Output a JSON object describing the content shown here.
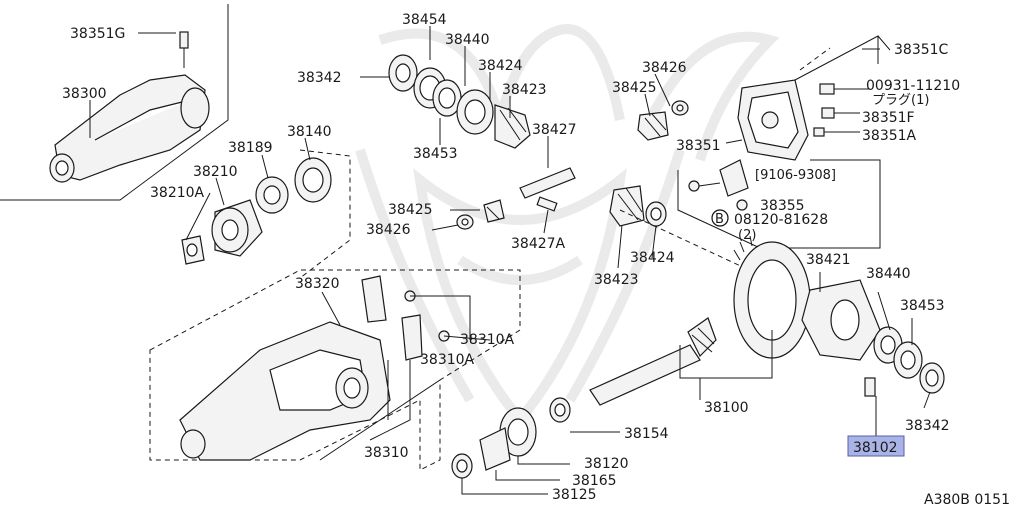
{
  "labels": {
    "p38351G": "38351G",
    "p38300": "38300",
    "p38454": "38454",
    "p38440a": "38440",
    "p38342a": "38342",
    "p38424a": "38424",
    "p38423a": "38423",
    "p38453a": "38453",
    "p38427": "38427",
    "p38426a": "38426",
    "p38425a": "38425",
    "p38351C": "38351C",
    "p00931": "00931-11210",
    "plug": "プラグ(1)",
    "p38351F": "38351F",
    "p38351A": "38351A",
    "p38351": "38351",
    "p38140": "38140",
    "p38189": "38189",
    "p38210": "38210",
    "p38210A": "38210A",
    "p38425b": "38425",
    "p38426b": "38426",
    "p38427A": "38427A",
    "date": "[9106-9308]",
    "p38355": "38355",
    "bolt": "08120-81628",
    "bolt_qty": "(2)",
    "bolt_mark": "B",
    "p38423b": "38423",
    "p38424b": "38424",
    "p38421": "38421",
    "p38440b": "38440",
    "p38453b": "38453",
    "p38342b": "38342",
    "p38320": "38320",
    "p38310A1": "38310A",
    "p38310A2": "38310A",
    "p38310": "38310",
    "p38100": "38100",
    "p38154": "38154",
    "p38120": "38120",
    "p38165": "38165",
    "p38125": "38125",
    "p38102": "38102",
    "ref": "A380B 0151"
  },
  "colors": {
    "highlight": "#a9b3e6",
    "ink": "#1a1a1a",
    "watermark": "#d8d8d8"
  }
}
